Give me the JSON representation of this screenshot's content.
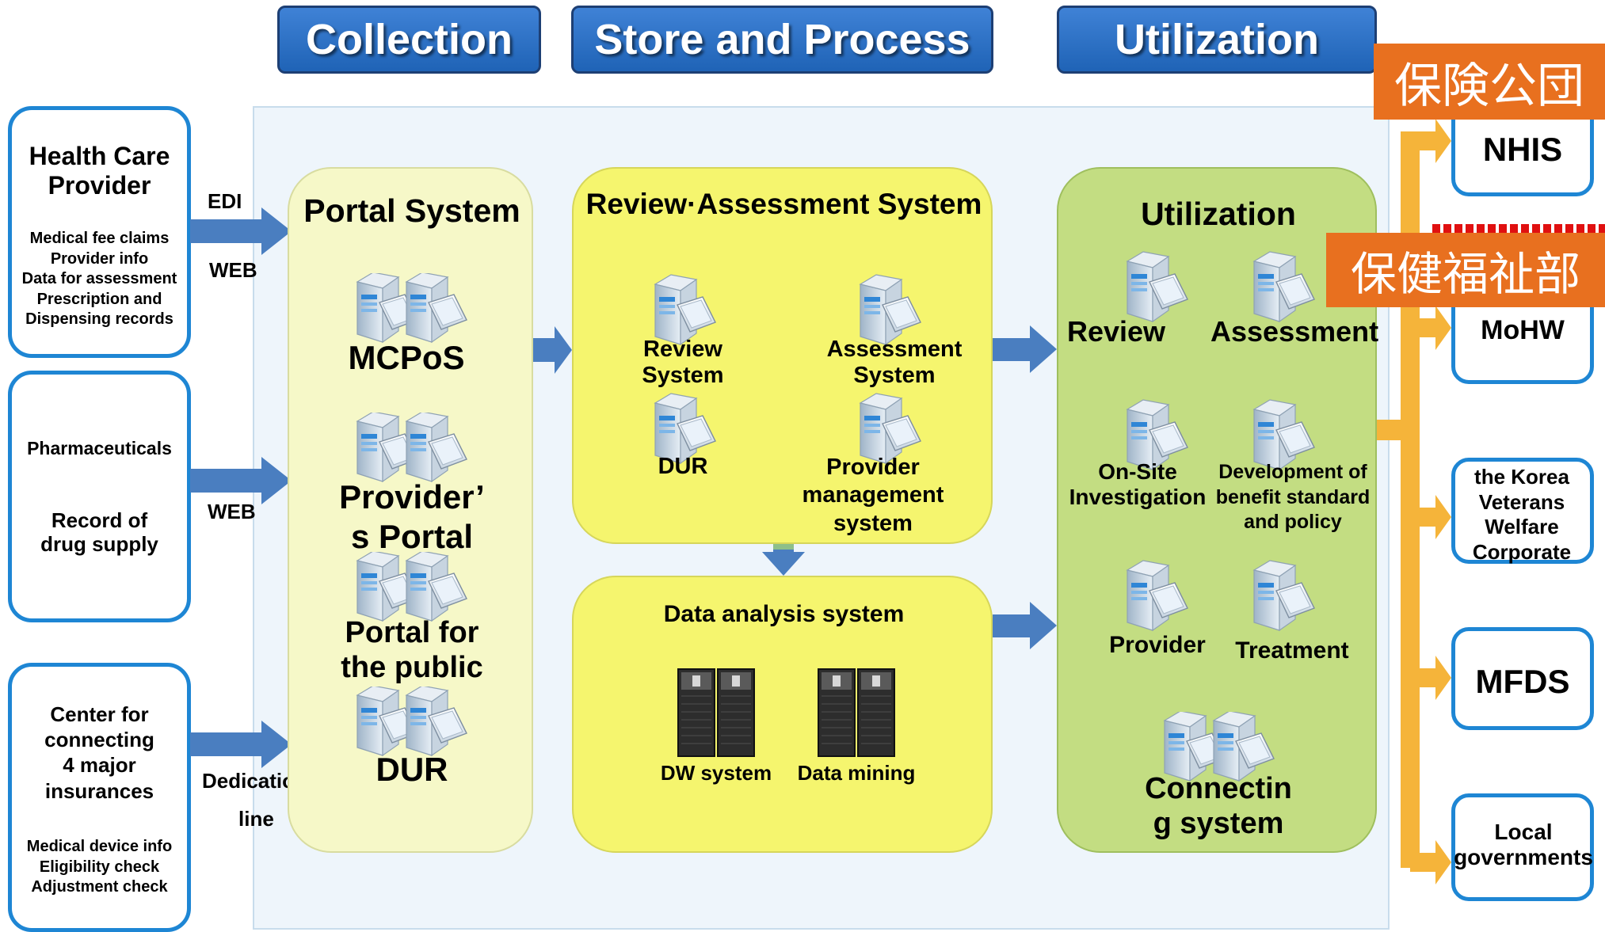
{
  "headers": {
    "collection": "Collection",
    "store_process": "Store and Process",
    "utilization": "Utilization"
  },
  "sources": {
    "health_care": {
      "title": "Health Care\nProvider",
      "items": "Medical fee claims\nProvider info\nData for assessment\nPrescription and\nDispensing records"
    },
    "pharma": {
      "title": "Pharmaceuticals",
      "items": "Record of\ndrug supply"
    },
    "center": {
      "title": "Center for\nconnecting\n4 major\ninsurances",
      "items": "Medical device info\nEligibility check\nAdjustment check"
    }
  },
  "channels": {
    "edi": "EDI",
    "web1": "WEB",
    "web2": "WEB",
    "dedication": "Dedication",
    "line": "line"
  },
  "portal": {
    "title": "Portal System",
    "mcpos": "MCPoS",
    "providers_portal": "Provider’\ns Portal",
    "public_portal": "Portal for\nthe public",
    "dur": "DUR"
  },
  "review": {
    "title": "Review·Assessment System",
    "review_system": "Review\nSystem",
    "assessment_system": "Assessment\nSystem",
    "dur": "DUR",
    "provider_mgmt": "Provider\nmanagement\nsystem"
  },
  "analysis": {
    "title": "Data analysis system",
    "dw": "DW system",
    "mining": "Data mining"
  },
  "util": {
    "title": "Utilization",
    "review": "Review",
    "assessment": "Assessment",
    "onsite": "On-Site\nInvestigation",
    "development": "Development of\nbenefit standard\nand policy",
    "provider": "Provider",
    "treatment": "Treatment",
    "connecting": "Connectin\ng system"
  },
  "destinations": {
    "nhis": "NHIS",
    "mohw": "MoHW",
    "veterans": "the Korea\nVeterans\nWelfare\nCorporate",
    "mfds": "MFDS",
    "local": "Local\ngovernments"
  },
  "overlays": {
    "nhis_jp": "保険公団",
    "mohw_jp": "保健福祉部"
  },
  "colors": {
    "header_blue": "#2a6fc4",
    "source_border": "#1e86d4",
    "portal_fill": "#f6f8c8",
    "review_fill": "#f5f56e",
    "util_fill": "#c3dd82",
    "arrow_blue": "#4a7ec0",
    "arrow_orange": "#f5b43a",
    "overlay_orange": "#e8701f"
  }
}
